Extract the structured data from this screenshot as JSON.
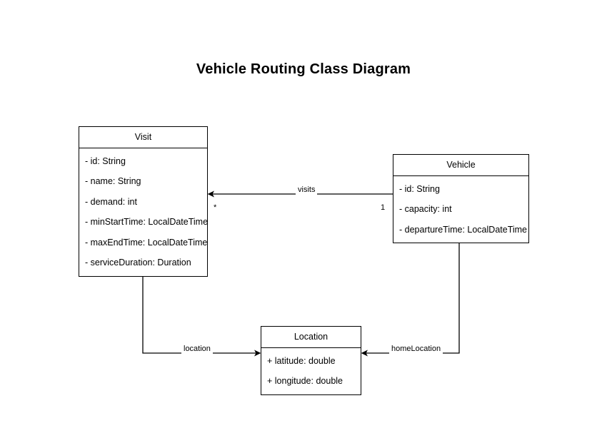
{
  "diagram": {
    "title": "Vehicle Routing Class Diagram",
    "background_color": "#ffffff",
    "line_color": "#000000",
    "classes": [
      {
        "id": "visit",
        "name": "Visit",
        "attributes": [
          "- id: String",
          "- name: String",
          "- demand: int",
          "- minStartTime: LocalDateTime",
          "- maxEndTime: LocalDateTime",
          "- serviceDuration: Duration"
        ]
      },
      {
        "id": "vehicle",
        "name": "Vehicle",
        "attributes": [
          "- id: String",
          "- capacity: int",
          "- departureTime: LocalDateTime"
        ]
      },
      {
        "id": "location",
        "name": "Location",
        "attributes": [
          "+ latitude: double",
          "+ longitude: double"
        ]
      }
    ],
    "relationships": [
      {
        "id": "visits",
        "label": "visits",
        "from": "Vehicle",
        "to": "Visit",
        "source_multiplicity": "1",
        "target_multiplicity": "*"
      },
      {
        "id": "location",
        "label": "location",
        "from": "Visit",
        "to": "Location",
        "source_multiplicity": "",
        "target_multiplicity": ""
      },
      {
        "id": "homeLocation",
        "label": "homeLocation",
        "from": "Vehicle",
        "to": "Location",
        "source_multiplicity": "",
        "target_multiplicity": ""
      }
    ]
  }
}
